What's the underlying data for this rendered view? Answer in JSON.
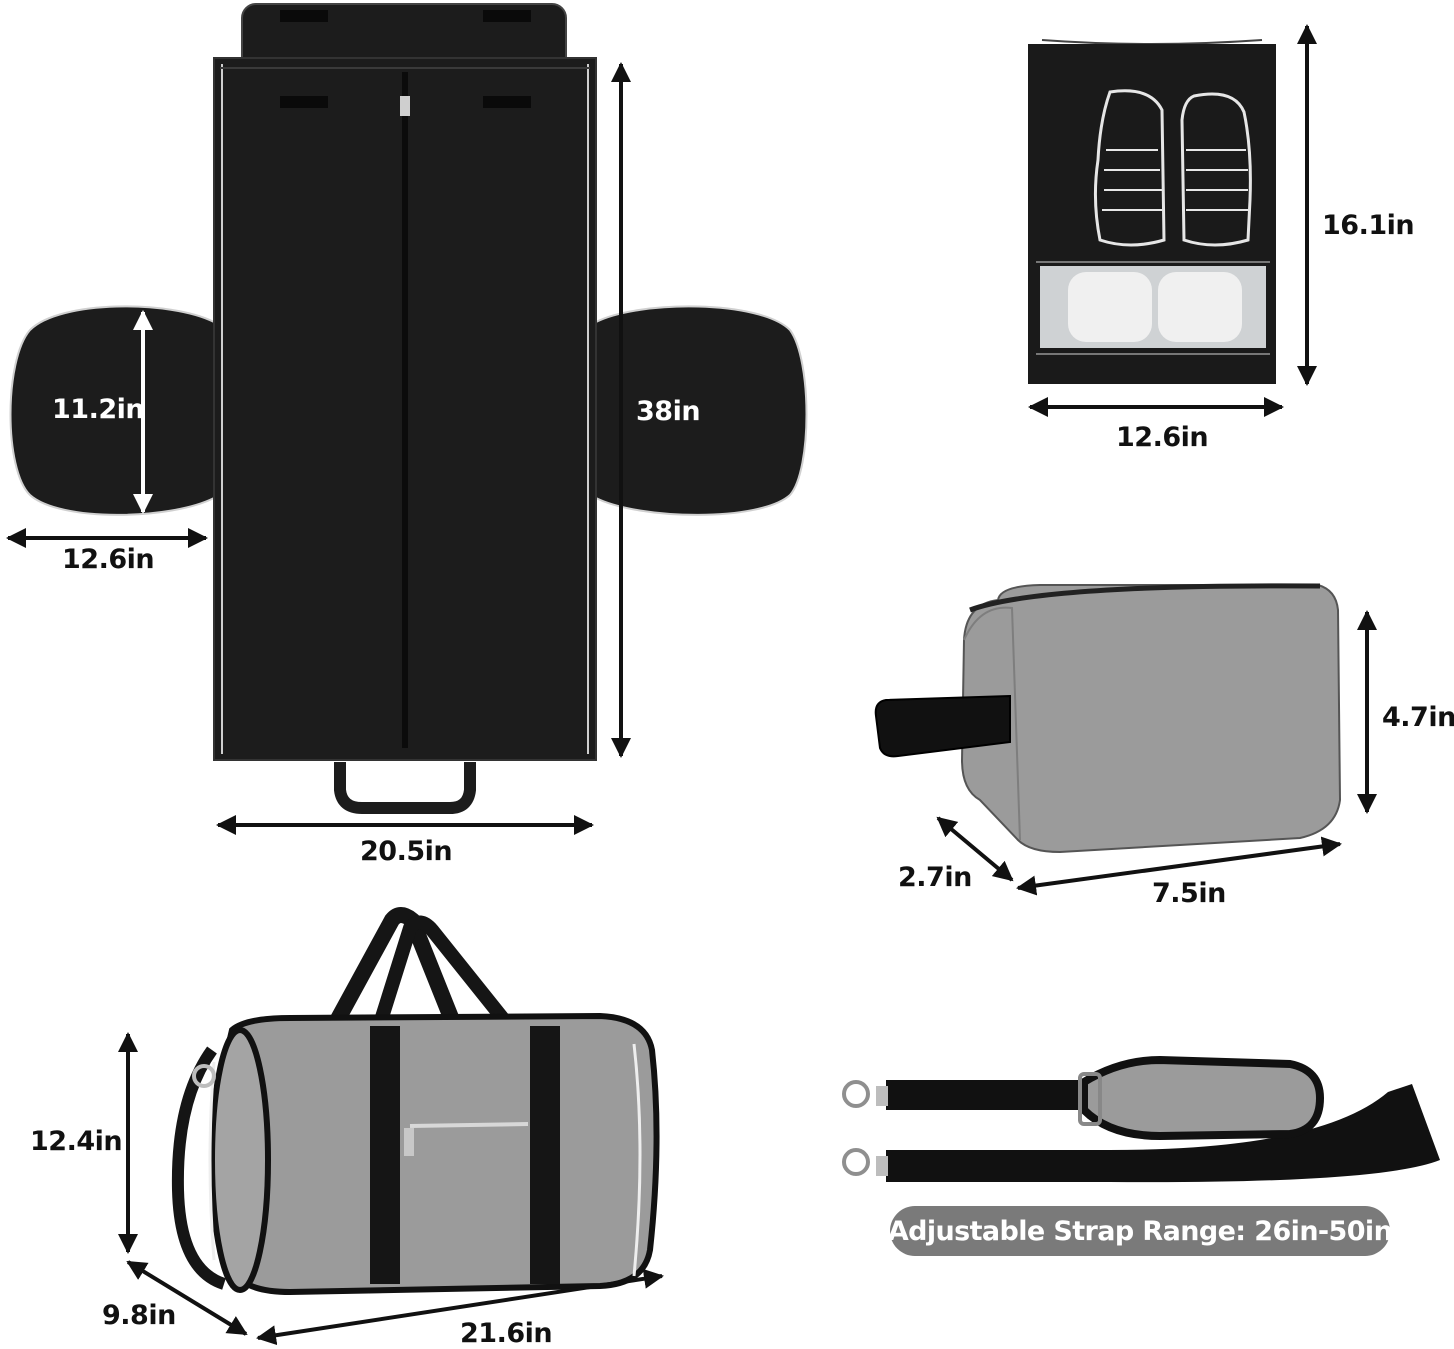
{
  "colors": {
    "bag_black": "#1c1c1c",
    "bag_gray": "#9b9b9b",
    "pill_gray": "#7a7a7a",
    "arrow": "#111111"
  },
  "garment_bag": {
    "side_flap_height": "11.2in",
    "side_flap_width": "12.6in",
    "length": "38in",
    "width": "20.5in"
  },
  "shoe_bag": {
    "height": "16.1in",
    "width": "12.6in"
  },
  "toiletry_bag": {
    "height": "4.7in",
    "depth": "2.7in",
    "width": "7.5in"
  },
  "duffel_bag": {
    "height": "12.4in",
    "depth": "9.8in",
    "width": "21.6in"
  },
  "strap": {
    "range_label": "Adjustable Strap Range: 26in-50in"
  }
}
